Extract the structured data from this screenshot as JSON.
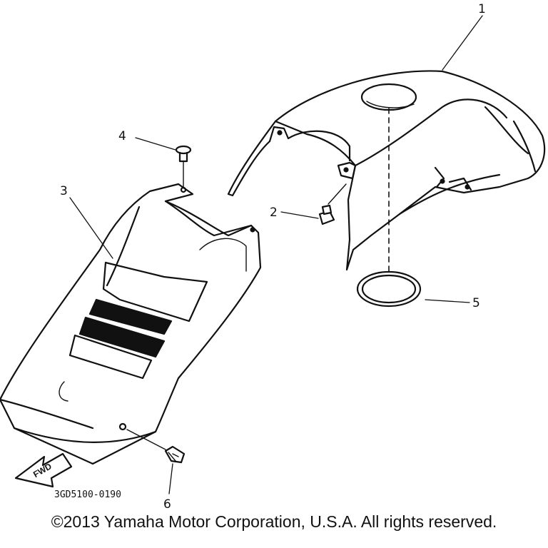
{
  "diagram": {
    "callouts": [
      "1",
      "2",
      "3",
      "4",
      "5",
      "6"
    ],
    "part_code": "3GD5100-0190",
    "direction_label": "FWD"
  },
  "footer": {
    "copyright": "©2013 Yamaha Motor Corporation, U.S.A. All rights reserved."
  }
}
